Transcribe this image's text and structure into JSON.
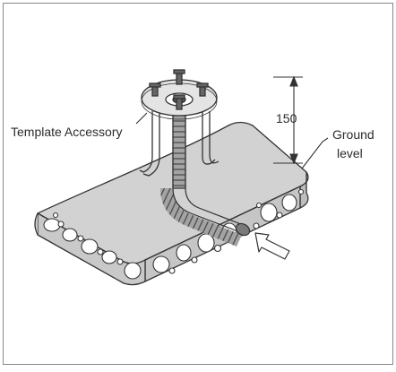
{
  "labels": {
    "template_accessory": "Template Accessory",
    "dimension_value": "150",
    "ground_line1": "Ground",
    "ground_line2": "level"
  },
  "colors": {
    "slab_top": "#d2d2d2",
    "slab_side": "#b8b8b8",
    "slab_front": "#c6c6c6",
    "stroke": "#333333",
    "conduit": "#9a9a9a",
    "border": "#888888"
  }
}
